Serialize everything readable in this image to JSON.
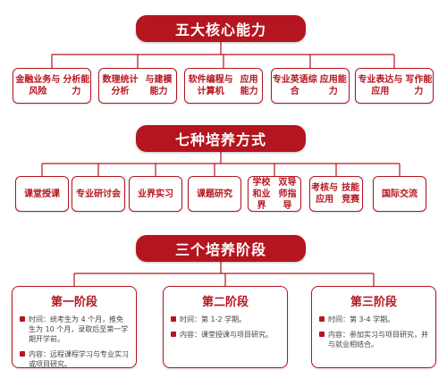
{
  "colors": {
    "accent": "#b5151f"
  },
  "section1": {
    "title": "五大核心能力",
    "items": [
      [
        "金融业务与风险",
        "分析能力"
      ],
      [
        "数理统计分析",
        "与建模能力"
      ],
      [
        "软件编程与计算机",
        "应用能力"
      ],
      [
        "专业英语综合",
        "应用能力"
      ],
      [
        "专业表达与应用",
        "写作能力"
      ]
    ]
  },
  "section2": {
    "title": "七种培养方式",
    "items": [
      [
        "课堂授课"
      ],
      [
        "专业研讨会"
      ],
      [
        "业界实习"
      ],
      [
        "课题研究"
      ],
      [
        "学校和业界",
        "双导师指导"
      ],
      [
        "考核与应用",
        "技能竞赛"
      ],
      [
        "国际交流"
      ]
    ]
  },
  "section3": {
    "title": "三个培养阶段",
    "stages": [
      {
        "title": "第一阶段",
        "items": [
          "时间：统考生为 4 个月，推免生为 10 个月，录取后至第一学期开学前。",
          "内容：远程课程学习与专业实习或项目研究。"
        ]
      },
      {
        "title": "第二阶段",
        "items": [
          "时间：第 1-2 学期。",
          "内容：课堂授课与项目研究。"
        ]
      },
      {
        "title": "第三阶段",
        "items": [
          "时间：第 3-4 学期。",
          "内容：参加实习与项目研究，并与就业相结合。"
        ]
      }
    ]
  }
}
